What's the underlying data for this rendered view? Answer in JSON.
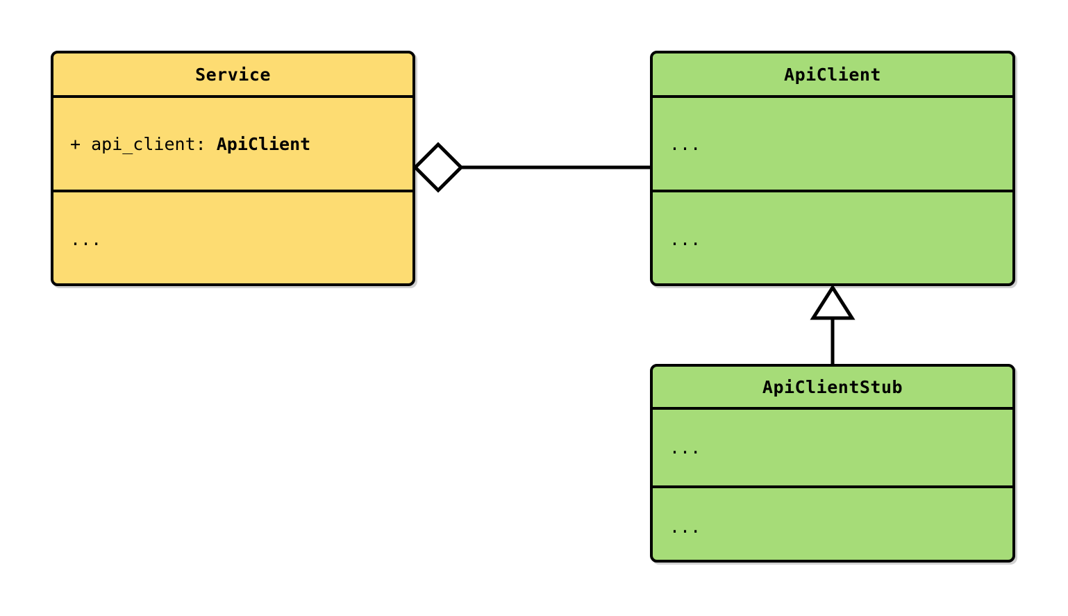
{
  "diagram": {
    "kind": "uml-class-diagram",
    "background_color": "#FFFFFF",
    "line_color": "#000000",
    "colors": {
      "service_fill": "#FDDC72",
      "apiclient_fill": "#A6DC78",
      "apiclientstub_fill": "#A6DC78",
      "stroke": "#000000"
    }
  },
  "classes": {
    "service": {
      "name": "Service",
      "fill": "#FDDC72",
      "attributes": {
        "visibility": "+",
        "prefix": "+ api_client: ",
        "type": "ApiClient",
        "full_text": "+ api_client: ApiClient"
      },
      "methods": {
        "text": "..."
      }
    },
    "apiclient": {
      "name": "ApiClient",
      "fill": "#A6DC78",
      "attributes": {
        "text": "..."
      },
      "methods": {
        "text": "..."
      }
    },
    "apiclientstub": {
      "name": "ApiClientStub",
      "fill": "#A6DC78",
      "attributes": {
        "text": "..."
      },
      "methods": {
        "text": "..."
      }
    }
  },
  "relationships": [
    {
      "id": "aggregation-service-apiclient",
      "type": "aggregation",
      "marker": "hollow-diamond",
      "source": "Service",
      "target": "ApiClient",
      "label": ""
    },
    {
      "id": "inheritance-apiclientstub-apiclient",
      "type": "generalization",
      "marker": "hollow-triangle",
      "source": "ApiClientStub",
      "target": "ApiClient",
      "label": ""
    }
  ]
}
